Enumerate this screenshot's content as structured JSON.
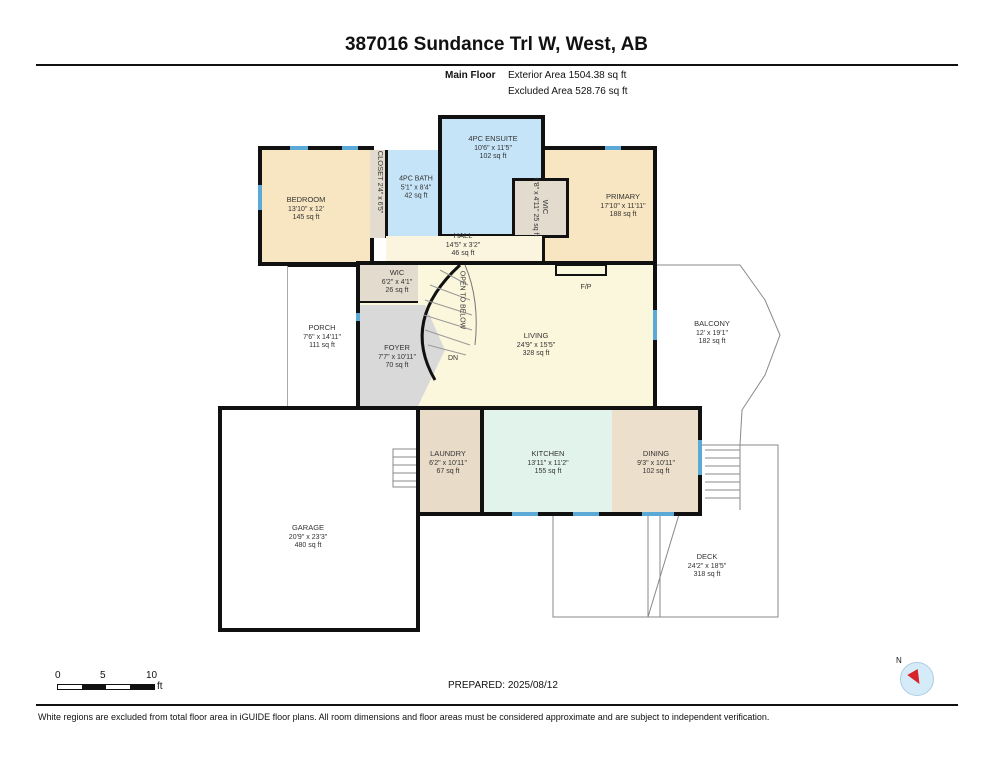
{
  "header": {
    "title": "387016 Sundance Trl W, West, AB"
  },
  "floor": {
    "name": "Main Floor",
    "exterior_area": "Exterior Area 1504.38 sq ft",
    "excluded_area": "Excluded Area 528.76 sq ft"
  },
  "rooms": {
    "bedroom": {
      "name": "BEDROOM",
      "dims": "13'10\" x 12'",
      "area": "145 sq ft"
    },
    "closet": {
      "name": "CLOSET",
      "dims": "2'4\" x 6'5\""
    },
    "bath": {
      "name": "4PC BATH",
      "dims": "5'1\" x 8'4\"",
      "area": "42 sq ft"
    },
    "ensuite": {
      "name": "4PC ENSUITE",
      "dims": "10'6\" x 11'5\"",
      "area": "102 sq ft"
    },
    "wic_primary": {
      "name": "WIC",
      "dims": "6'8\" x 4'11\"",
      "area": "25 sq ft"
    },
    "primary": {
      "name": "PRIMARY",
      "dims": "17'10\" x 11'11\"",
      "area": "188 sq ft"
    },
    "hall": {
      "name": "HALL",
      "dims": "14'5\" x 3'2\"",
      "area": "46 sq ft"
    },
    "wic": {
      "name": "WIC",
      "dims": "6'2\" x 4'1\"",
      "area": "26 sq ft"
    },
    "porch": {
      "name": "PORCH",
      "dims": "7'6\" x 14'11\"",
      "area": "111 sq ft"
    },
    "foyer": {
      "name": "FOYER",
      "dims": "7'7\" x 10'11\"",
      "area": "70 sq ft"
    },
    "living": {
      "name": "LIVING",
      "dims": "24'9\" x 15'5\"",
      "area": "328 sq ft"
    },
    "balcony": {
      "name": "BALCONY",
      "dims": "12' x 19'1\"",
      "area": "182 sq ft"
    },
    "garage": {
      "name": "GARAGE",
      "dims": "20'9\" x 23'3\"",
      "area": "480 sq ft"
    },
    "laundry": {
      "name": "LAUNDRY",
      "dims": "6'2\" x 10'11\"",
      "area": "67 sq ft"
    },
    "kitchen": {
      "name": "KITCHEN",
      "dims": "13'11\" x 11'2\"",
      "area": "155 sq ft"
    },
    "dining": {
      "name": "DINING",
      "dims": "9'3\" x 10'11\"",
      "area": "102 sq ft"
    },
    "deck": {
      "name": "DECK",
      "dims": "24'2\" x 18'5\"",
      "area": "318 sq ft"
    }
  },
  "labels": {
    "open_to_below": "OPEN TO BELOW",
    "down": "DN",
    "fireplace": "F/P"
  },
  "scale": {
    "ticks": [
      "0",
      "5",
      "10"
    ],
    "unit": "ft"
  },
  "compass": {
    "label": "N",
    "icon": "compass-icon"
  },
  "prepared": "PREPARED: 2025/08/12",
  "footer": "White regions are excluded from total floor area in iGUIDE floor plans. All room dimensions and floor areas must be considered approximate and are subject to independent verification.",
  "colors": {
    "bedroom": "#f8e6c2",
    "wet": "#c6e4f8",
    "storage": "#e4dbcf",
    "foyer": "#d9d9d9",
    "living": "#fbf7dc",
    "kitchen": "#e2f3ec",
    "dining": "#ecdfcb",
    "window": "#5aa9d6"
  }
}
